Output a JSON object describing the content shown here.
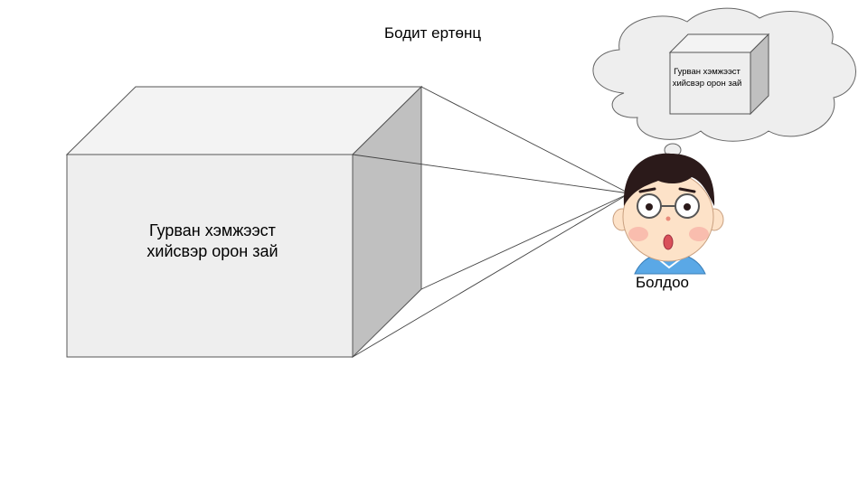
{
  "diagram": {
    "title": "Бодит ертөнц",
    "real_cube_label_line1": "Гурван хэмжээст",
    "real_cube_label_line2": "хийсвэр орон зай",
    "thought_cube_label_line1": "Гурван хэмжээст",
    "thought_cube_label_line2": "хийсвэр орон зай",
    "person_name": "Болдоо"
  },
  "colors": {
    "cube_front": "#eeeeee",
    "cube_top": "#f3f3f3",
    "cube_side": "#c0c0c0",
    "cloud_fill": "#eeeeee",
    "outline": "#555555",
    "hair": "#2b1a1a",
    "skin": "#fde2c8",
    "shirt": "#5aa8e6"
  }
}
